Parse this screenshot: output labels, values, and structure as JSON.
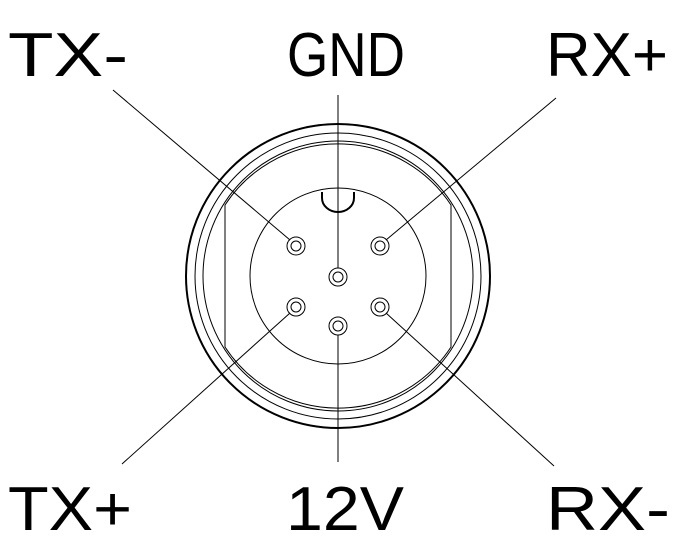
{
  "pins": {
    "tx_minus": "TX-",
    "gnd": "GND",
    "rx_plus": "RX+",
    "tx_plus": "TX+",
    "v12": "12V",
    "rx_minus": "RX-"
  },
  "colors": {
    "line": "#000000",
    "background": "#ffffff"
  }
}
